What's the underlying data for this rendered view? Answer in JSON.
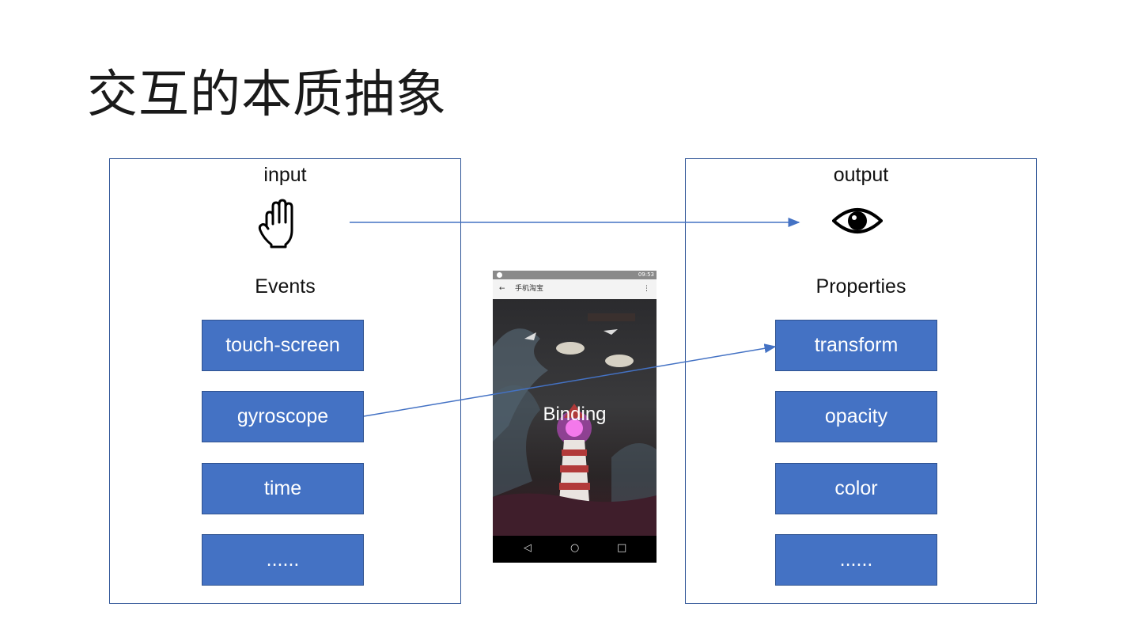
{
  "title": "交互的本质抽象",
  "input_panel": {
    "heading": "input",
    "icon": "hand-icon",
    "subheading": "Events",
    "items": [
      "touch-screen",
      "gyroscope",
      "time",
      "......"
    ]
  },
  "output_panel": {
    "heading": "output",
    "icon": "eye-icon",
    "subheading": "Properties",
    "items": [
      "transform",
      "opacity",
      "color",
      "......"
    ]
  },
  "phone": {
    "status_time": "09:53",
    "app_title": "手机淘宝",
    "back_glyph": "←",
    "menu_glyph": "⋮",
    "overlay_label": "Binding",
    "nav": [
      "◁",
      "○",
      "□"
    ]
  },
  "connections": [
    {
      "from": "input-icon",
      "to": "output-icon"
    },
    {
      "from": "gyroscope",
      "to": "transform"
    }
  ],
  "colors": {
    "box_fill": "#4472c4",
    "box_border": "#2f528f",
    "panel_border": "#2f5597",
    "arrow": "#4472c4"
  }
}
